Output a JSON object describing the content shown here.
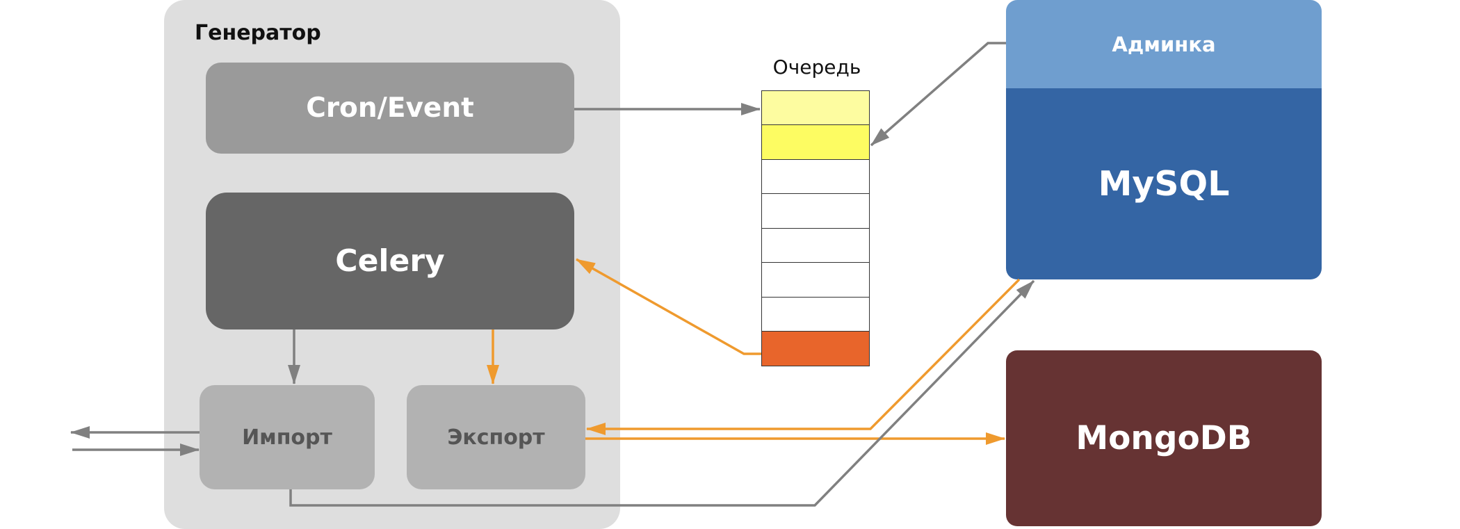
{
  "generator": {
    "title": "Генератор"
  },
  "nodes": {
    "cron_event": "Cron/Event",
    "celery": "Celery",
    "import": "Импорт",
    "export": "Экспорт"
  },
  "queue": {
    "label": "Очередь",
    "cells": [
      "#fdfca0",
      "#fdfc62",
      "#ffffff",
      "#ffffff",
      "#ffffff",
      "#ffffff",
      "#ffffff",
      "#e8652b"
    ]
  },
  "databases": {
    "adminka": "Админка",
    "mysql": "MySQL",
    "mongodb": "MongoDB"
  },
  "colors": {
    "gray_arrow": "#808080",
    "orange_arrow": "#ef9a2e"
  }
}
